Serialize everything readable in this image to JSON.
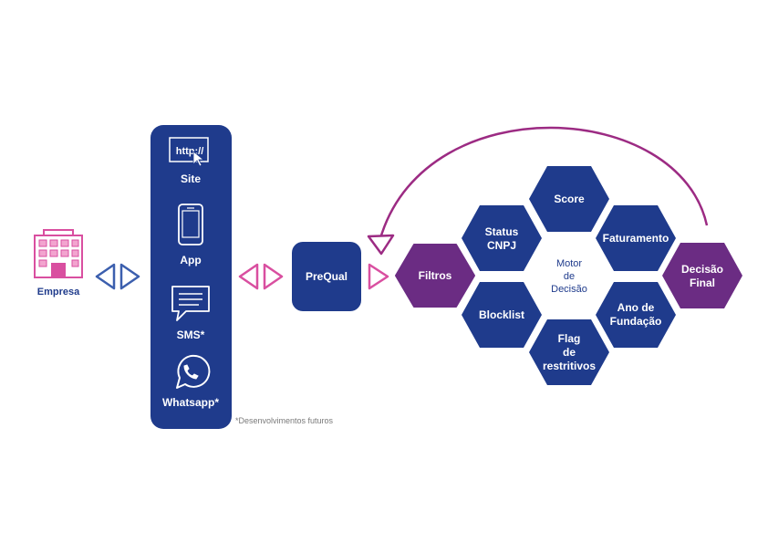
{
  "colors": {
    "navy": "#1f3b8c",
    "purple": "#6b2c83",
    "pink": "#d94fa0",
    "magenta": "#9c2b83",
    "arrow_blue": "#3c5fae",
    "white": "#ffffff"
  },
  "empresa": {
    "label": "Empresa",
    "icon": "building-icon"
  },
  "channels": {
    "items": [
      {
        "label": "Site",
        "icon": "browser-http-icon",
        "icon_text": "http://"
      },
      {
        "label": "App",
        "icon": "smartphone-icon"
      },
      {
        "label": "SMS*",
        "icon": "message-icon"
      },
      {
        "label": "Whatsapp*",
        "icon": "whatsapp-icon"
      }
    ],
    "footnote": "*Desenvolvimentos futuros"
  },
  "prequal": {
    "label": "PreQual"
  },
  "filtros": {
    "label": "Filtros"
  },
  "motor": {
    "center_lines": [
      "Motor",
      "de",
      "Decisão"
    ],
    "cells": {
      "status": [
        "Status",
        "CNPJ"
      ],
      "score": [
        "Score"
      ],
      "faturamento": [
        "Faturamento"
      ],
      "blocklist": [
        "Blocklist"
      ],
      "flag": [
        "Flag",
        "de",
        "restritivos"
      ],
      "ano": [
        "Ano de",
        "Fundação"
      ]
    }
  },
  "decisao": {
    "lines": [
      "Decisão",
      "Final"
    ]
  }
}
